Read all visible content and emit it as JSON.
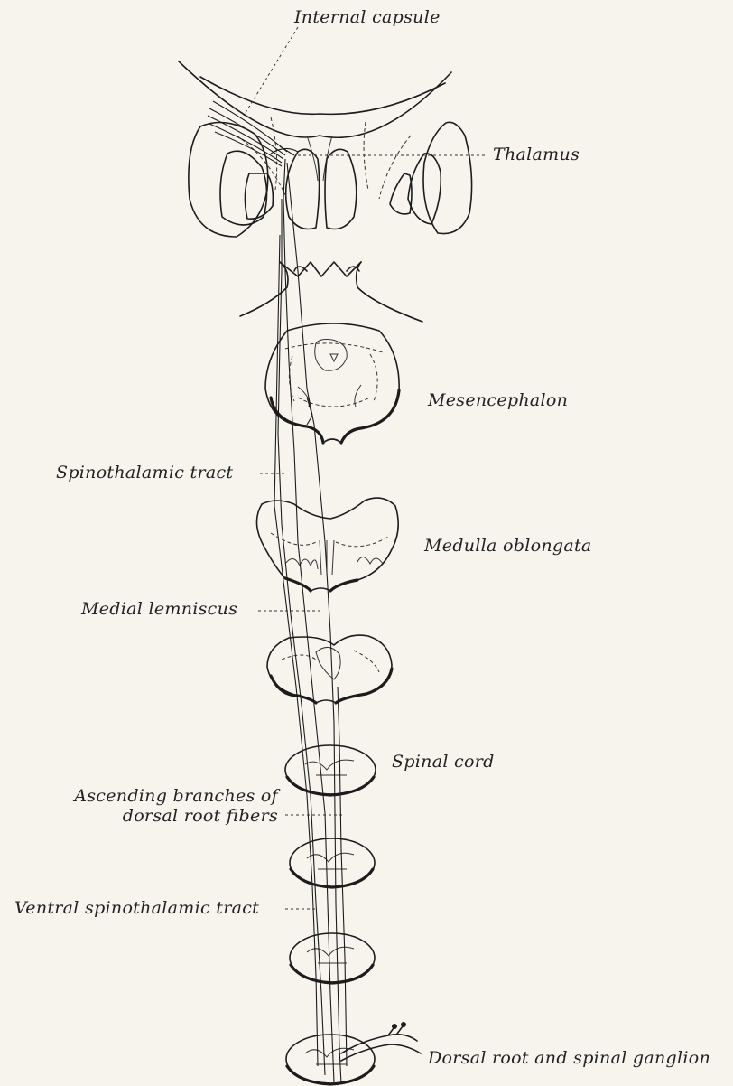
{
  "labels": {
    "internal_capsule": "Internal capsule",
    "thalamus": "Thalamus",
    "mesencephalon": "Mesencephalon",
    "spinothalamic_tract": "Spinothalamic tract",
    "medulla_oblongata": "Medulla oblongata",
    "medial_lemniscus": "Medial lemniscus",
    "spinal_cord": "Spinal cord",
    "ascending_branches_line1": "Ascending branches of",
    "ascending_branches_line2": "dorsal root fibers",
    "ventral_spinothalamic_tract": "Ventral spinothalamic tract",
    "dorsal_root_ganglion": "Dorsal root and spinal ganglion"
  }
}
